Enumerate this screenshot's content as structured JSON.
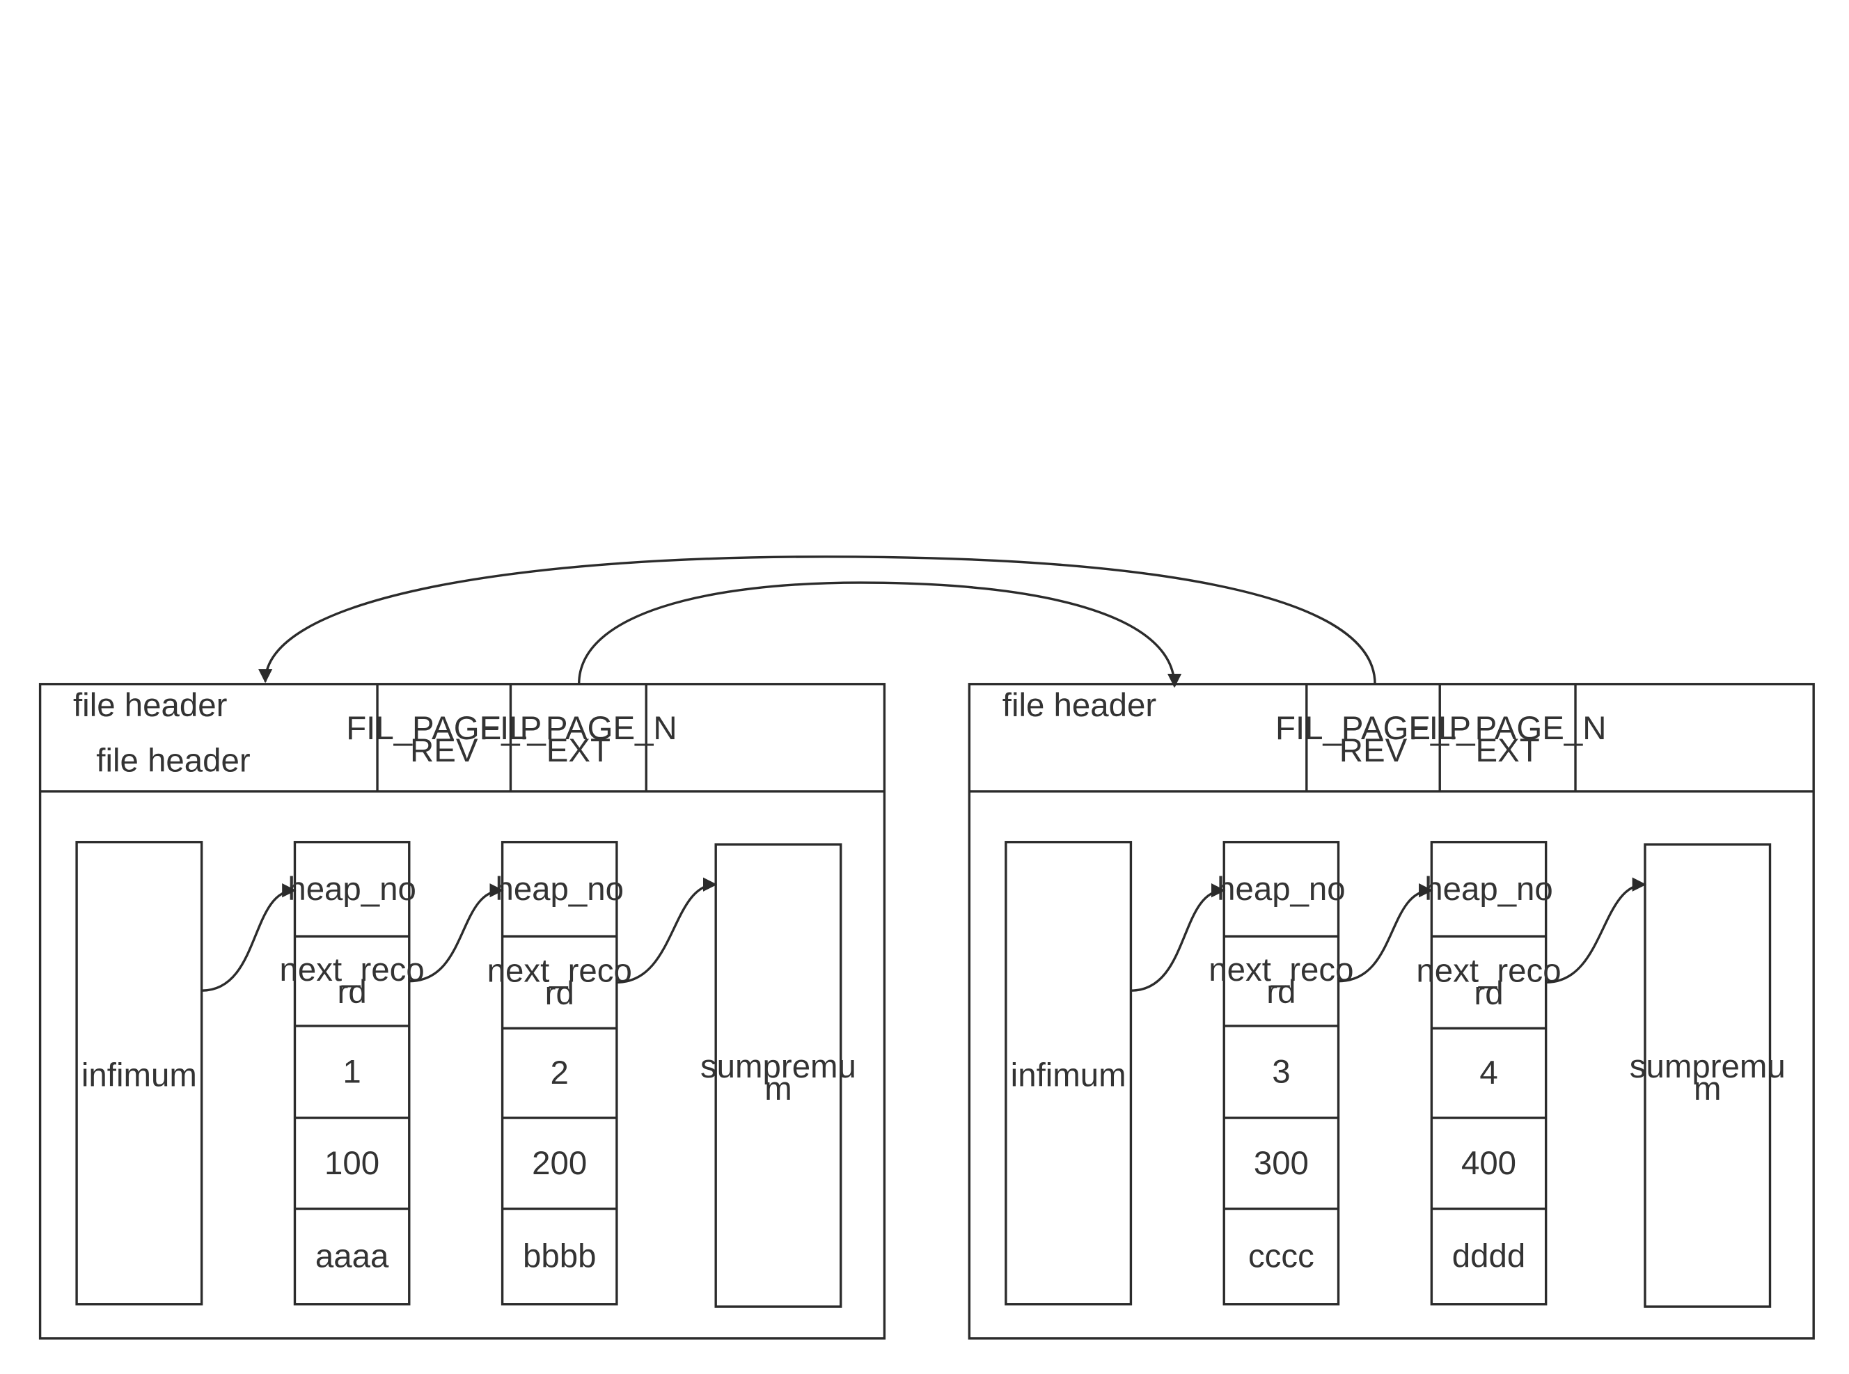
{
  "colors": {
    "stroke": "#2b2b2b",
    "text": "#333333",
    "background": "#ffffff"
  },
  "pages": [
    {
      "header_labels": [
        "file header",
        "file header"
      ],
      "prev_label": [
        "FIL_PAGE_P",
        "REV"
      ],
      "next_label": [
        "FIL_PAGE_N",
        "EXT"
      ],
      "infimum": "infimum",
      "supremum": [
        "sumpremu",
        "m"
      ],
      "records": [
        {
          "heap_no": "heap_no",
          "next_record": [
            "next_reco",
            "rd"
          ],
          "id": "1",
          "value": "100",
          "text": "aaaa"
        },
        {
          "heap_no": "heap_no",
          "next_record": [
            "next_reco",
            "rd"
          ],
          "id": "2",
          "value": "200",
          "text": "bbbb"
        }
      ]
    },
    {
      "header_labels": [
        "file header"
      ],
      "prev_label": [
        "FIL_PAGE_P",
        "REV"
      ],
      "next_label": [
        "FIL_PAGE_N",
        "EXT"
      ],
      "infimum": "infimum",
      "supremum": [
        "sumpremu",
        "m"
      ],
      "records": [
        {
          "heap_no": "heap_no",
          "next_record": [
            "next_reco",
            "rd"
          ],
          "id": "3",
          "value": "300",
          "text": "cccc"
        },
        {
          "heap_no": "heap_no",
          "next_record": [
            "next_reco",
            "rd"
          ],
          "id": "4",
          "value": "400",
          "text": "dddd"
        }
      ]
    }
  ],
  "links": [
    {
      "name": "page2-prev-to-page1"
    },
    {
      "name": "page1-next-to-page2"
    }
  ]
}
